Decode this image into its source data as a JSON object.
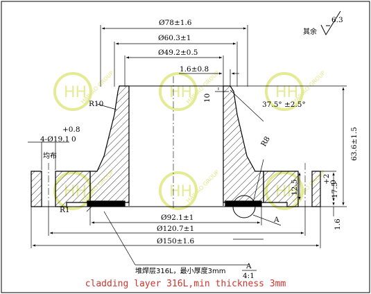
{
  "surface_finish": {
    "symbol_value": "6.3",
    "rest_label": "其余"
  },
  "dimensions": {
    "outer_raised_dia": "Ø78±1.6",
    "hub_dia": "Ø60.3±1",
    "bore_dia": "Ø49.2±0.5",
    "chamfer_width": "1.6±0.8",
    "chamfer_height": "10",
    "bevel_angle": "37.5° ±2.5°",
    "hub_radius": "R10",
    "fillet_radius": "R8",
    "small_radius": "R1",
    "bolt_holes_qty": "4-Ø19.1",
    "bolt_holes_tol_upper": "+0.8",
    "bolt_holes_tol_lower": "0",
    "bolt_holes_note": "均布",
    "total_height": "63.6±1.5",
    "flange_thickness": "17.5",
    "flange_thickness_tol_upper": "+2",
    "flange_thickness_tol_lower": "0",
    "face_thickness": "1.6",
    "weld_depth": "12.5",
    "inner_bore_dia": "Ø92.1±1",
    "bolt_circle_dia": "Ø120.7±1",
    "flange_dia": "Ø150±1.6"
  },
  "detail": {
    "label": "A",
    "scale": "4:1",
    "callout": "A"
  },
  "annotation_cn": "堆焊层316L，最小厚度3mm",
  "annotation_en": "cladding layer 316L,min thickness 3mm",
  "watermark": "HAIHAO GROUP",
  "colors": {
    "ink": "#000000",
    "caption": "#d0342c",
    "watermark": "#e3e88a"
  }
}
